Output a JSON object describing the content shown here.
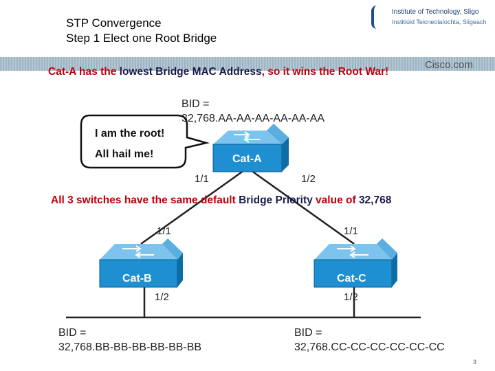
{
  "title": {
    "line1": "STP Convergence",
    "line2": "Step 1   Elect one Root Bridge"
  },
  "logo": {
    "line1": "Institute of Technology, Sligo",
    "line2": "Institiúid Teicneolaíochta, Sligeach"
  },
  "cisco": "Cisco.com",
  "note_top": {
    "seg1": "Cat-A has the ",
    "seg2": "lowest Bridge MAC Address",
    "seg3": ", so it wins the Root War!"
  },
  "note_mid": {
    "seg1": "All 3 switches have the same default ",
    "seg2": "Bridge Priority",
    "seg3": " value of ",
    "seg4": "32,768"
  },
  "speech": {
    "line1": "I am the root!",
    "line2": "All hail me!"
  },
  "switches": {
    "a": {
      "name": "Cat-A",
      "bid_label": "BID =",
      "bid_value": "32,768.AA-AA-AA-AA-AA-AA",
      "port1": "1/1",
      "port2": "1/2"
    },
    "b": {
      "name": "Cat-B",
      "bid_label": "BID =",
      "bid_value": "32,768.BB-BB-BB-BB-BB-BB",
      "port1": "1/1",
      "port2": "1/2"
    },
    "c": {
      "name": "Cat-C",
      "bid_label": "BID =",
      "bid_value": "32,768.CC-CC-CC-CC-CC-CC",
      "port1": "1/1",
      "port2": "1/2"
    }
  },
  "page_number": "3",
  "colors": {
    "switch_blue": "#1e8fd0",
    "accent_red": "#c0000e"
  }
}
